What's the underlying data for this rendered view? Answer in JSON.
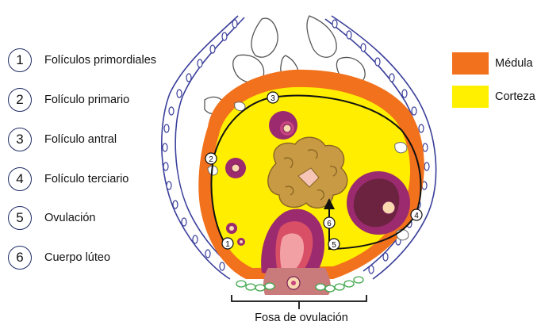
{
  "steps": [
    {
      "num": "1",
      "label": "Folículos primordiales"
    },
    {
      "num": "2",
      "label": "Folículo primario"
    },
    {
      "num": "3",
      "label": "Folículo antral"
    },
    {
      "num": "4",
      "label": "Folículo terciario"
    },
    {
      "num": "5",
      "label": "Ovulación"
    },
    {
      "num": "6",
      "label": "Cuerpo lúteo"
    }
  ],
  "legend": [
    {
      "label": "Médula",
      "color": "#f2711c"
    },
    {
      "label": "Corteza",
      "color": "#fff000"
    }
  ],
  "diagram_markers": [
    "1",
    "2",
    "3",
    "4",
    "5",
    "6"
  ],
  "footer": {
    "label": "Fosa de ovulación"
  }
}
